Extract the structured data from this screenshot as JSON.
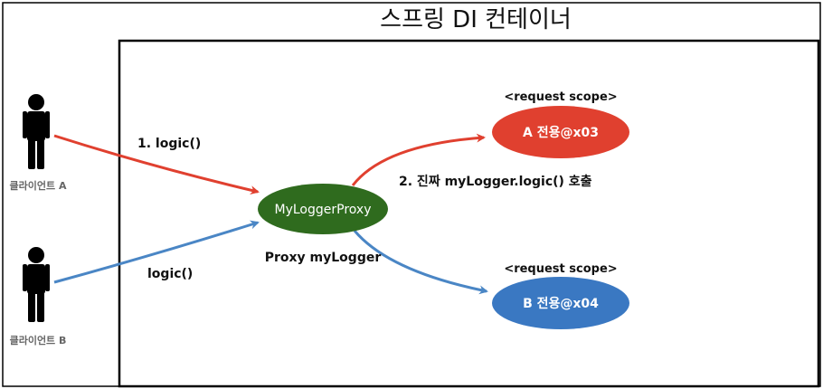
{
  "container": {
    "title": "스프링 DI 컨테이너"
  },
  "clients": {
    "a": {
      "label": "클라이언트 A"
    },
    "b": {
      "label": "클라이언트 B"
    }
  },
  "proxy": {
    "node_label": "MyLoggerProxy",
    "caption": "Proxy myLogger",
    "color": "#2f6b1e"
  },
  "beans": {
    "a": {
      "label": "A 전용@x03",
      "scope": "<request scope>",
      "color": "#e0402f"
    },
    "b": {
      "label": "B 전용@x04",
      "scope": "<request scope>",
      "color": "#3a78c2"
    }
  },
  "edges": {
    "client_a_call": "1. logic()",
    "client_b_call": "logic()",
    "real_call": "2. 진짜 myLogger.logic() 호출"
  },
  "colors": {
    "red_arrow": "#e0402f",
    "blue_arrow": "#4a86c5",
    "person": "#000000"
  }
}
